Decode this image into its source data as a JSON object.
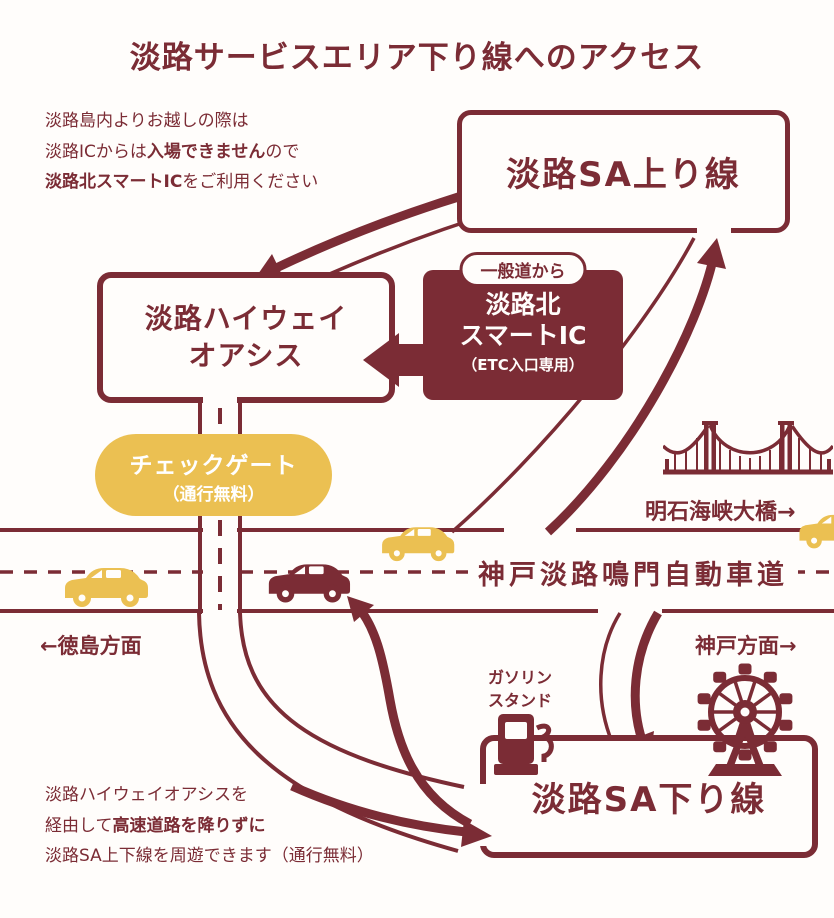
{
  "title": "淡路サービスエリア下り線へのアクセス",
  "colors": {
    "maroon": "#7b2c35",
    "yellow": "#ebc052",
    "bg": "#fffdfb"
  },
  "top_note": {
    "line1": "淡路島内よりお越しの際は",
    "line2_pre": "淡路ICからは",
    "line2_bold": "入場できません",
    "line2_post": "ので",
    "line3_bold": "淡路北スマートIC",
    "line3_post": "をご利用ください"
  },
  "nodes": {
    "sa_up": "淡路SA上り線",
    "oasis_line1": "淡路ハイウェイ",
    "oasis_line2": "オアシス",
    "smart_ic_badge": "一般道から",
    "smart_ic_line1": "淡路北",
    "smart_ic_line2": "スマートIC",
    "smart_ic_line3": "（ETC入口専用）",
    "check_gate_line1": "チェックゲート",
    "check_gate_line2": "（通行無料）",
    "sa_down": "淡路SA下り線"
  },
  "labels": {
    "bridge": "明石海峡大橋→",
    "highway": "神戸淡路鳴門自動車道",
    "tokushima": "←徳島方面",
    "kobe": "神戸方面→",
    "gas_line1": "ガソリン",
    "gas_line2": "スタンド"
  },
  "bottom_note": {
    "line1": "淡路ハイウェイオアシスを",
    "line2_pre": "経由して",
    "line2_bold": "高速道路を降りずに",
    "line3": "淡路SA上下線を周遊できます（通行無料）"
  },
  "icons": {
    "bridge": "suspension-bridge-icon",
    "gas_pump": "gas-pump-icon",
    "ferris_wheel": "ferris-wheel-icon",
    "car_yellow": "yellow-car-icon",
    "car_maroon": "maroon-car-icon"
  }
}
